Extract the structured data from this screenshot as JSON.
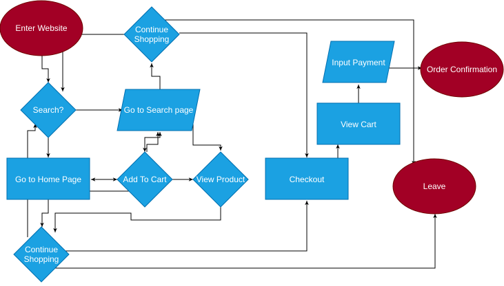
{
  "colors": {
    "process_fill": "#1ba1e2",
    "process_stroke": "#006eaf",
    "terminal_fill": "#a20025",
    "terminal_stroke": "#6f0000",
    "edge": "#000000",
    "label_text": "#ffffff"
  },
  "nodes": {
    "enter_website": {
      "label": "Enter Website",
      "shape": "ellipse"
    },
    "continue_shopping_top": {
      "label_lines": [
        "Continue",
        "Shopping"
      ],
      "shape": "diamond"
    },
    "search": {
      "label": "Search?",
      "shape": "diamond"
    },
    "go_to_search_page": {
      "label": "Go to Search page",
      "shape": "parallelogram"
    },
    "go_to_home_page": {
      "label": "Go to Home Page",
      "shape": "rectangle"
    },
    "add_to_cart": {
      "label": "Add To Cart",
      "shape": "diamond"
    },
    "view_product": {
      "label": "View Product",
      "shape": "diamond"
    },
    "continue_shopping_bottom": {
      "label_lines": [
        "Continue",
        "Shopping"
      ],
      "shape": "diamond"
    },
    "checkout": {
      "label": "Checkout",
      "shape": "rectangle"
    },
    "view_cart": {
      "label": "View Cart",
      "shape": "rectangle"
    },
    "input_payment": {
      "label": "Input Payment",
      "shape": "parallelogram"
    },
    "order_confirmation": {
      "label": "Order Confirmation",
      "shape": "ellipse"
    },
    "leave": {
      "label": "Leave",
      "shape": "ellipse"
    }
  },
  "edges": [
    {
      "from": "enter_website",
      "to": "search"
    },
    {
      "from": "continue_shopping_top",
      "to": "search"
    },
    {
      "from": "continue_shopping_top",
      "to": "checkout"
    },
    {
      "from": "continue_shopping_top",
      "to": "leave"
    },
    {
      "from": "search",
      "to": "go_to_search_page"
    },
    {
      "from": "search",
      "to": "go_to_home_page"
    },
    {
      "from": "go_to_search_page",
      "to": "continue_shopping_top"
    },
    {
      "from": "go_to_search_page",
      "to": "add_to_cart"
    },
    {
      "from": "go_to_search_page",
      "to": "view_product"
    },
    {
      "from": "add_to_cart",
      "to": "go_to_search_page"
    },
    {
      "from": "add_to_cart",
      "to": "go_to_home_page"
    },
    {
      "from": "go_to_home_page",
      "to": "add_to_cart"
    },
    {
      "from": "add_to_cart",
      "to": "view_product"
    },
    {
      "from": "go_to_home_page",
      "to": "continue_shopping_bottom"
    },
    {
      "from": "view_product",
      "to": "continue_shopping_bottom"
    },
    {
      "from": "continue_shopping_bottom",
      "to": "search"
    },
    {
      "from": "continue_shopping_bottom",
      "to": "checkout"
    },
    {
      "from": "continue_shopping_bottom",
      "to": "leave"
    },
    {
      "from": "checkout",
      "to": "view_cart"
    },
    {
      "from": "view_cart",
      "to": "input_payment"
    },
    {
      "from": "input_payment",
      "to": "order_confirmation"
    }
  ]
}
